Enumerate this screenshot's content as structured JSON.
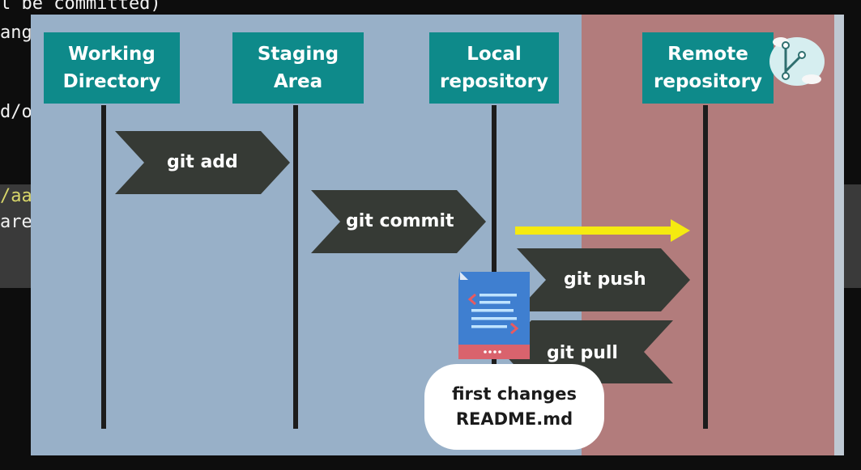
{
  "terminal": {
    "lines": [
      "l be committed)",
      "ang",
      "",
      "d/o",
      "",
      "",
      "/aa",
      "are"
    ]
  },
  "diagram": {
    "stages": [
      {
        "line1": "Working",
        "line2": "Directory"
      },
      {
        "line1": "Staging",
        "line2": "Area"
      },
      {
        "line1": "Local",
        "line2": "repository"
      },
      {
        "line1": "Remote",
        "line2": "repository"
      }
    ],
    "commands": {
      "add": "git add",
      "commit": "git commit",
      "push": "git push",
      "pull": "git pull"
    },
    "file_note": {
      "line1": "first changes",
      "line2": "README.md"
    },
    "file_icon": "document-icon",
    "logo_icon": "git-branch-cloud-icon",
    "colors": {
      "slide_bg": "#98b0c8",
      "remote_bg": "#b27c7c",
      "header_bg": "#0e8a8a",
      "arrow_fill": "#363a35",
      "push_arrow": "#f5ea10"
    }
  }
}
